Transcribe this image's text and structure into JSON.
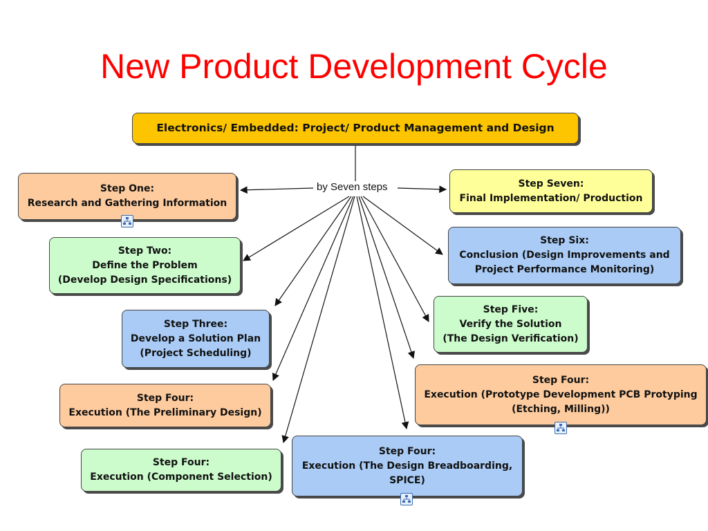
{
  "title": "New Product Development Cycle",
  "root": {
    "label": "Electronics/ Embedded: Project/ Product Management and Design"
  },
  "link_label": "by Seven steps",
  "steps": [
    {
      "id": "step-one",
      "lines": [
        "Step One:",
        "Research and Gathering Information"
      ],
      "has_map_icon": true
    },
    {
      "id": "step-two",
      "lines": [
        "Step Two:",
        "Define the Problem",
        "(Develop Design Specifications)"
      ]
    },
    {
      "id": "step-three",
      "lines": [
        "Step Three:",
        "Develop a Solution Plan",
        "(Project Scheduling)"
      ]
    },
    {
      "id": "step-four-preliminary",
      "lines": [
        "Step Four:",
        "Execution (The Preliminary Design)"
      ]
    },
    {
      "id": "step-four-component",
      "lines": [
        "Step Four:",
        "Execution (Component Selection)"
      ]
    },
    {
      "id": "step-four-breadboarding",
      "lines": [
        "Step Four:",
        "Execution (The Design Breadboarding,",
        "SPICE)"
      ],
      "has_map_icon": true
    },
    {
      "id": "step-four-prototype",
      "lines": [
        "Step Four:",
        "Execution (Prototype Development PCB Protyping",
        "(Etching, Milling))"
      ],
      "has_map_icon": true
    },
    {
      "id": "step-five",
      "lines": [
        "Step Five:",
        "Verify the Solution",
        "(The Design Verification)"
      ]
    },
    {
      "id": "step-six",
      "lines": [
        "Step Six:",
        "Conclusion (Design Improvements and",
        "Project Performance Monitoring)"
      ]
    },
    {
      "id": "step-seven",
      "lines": [
        "Step Seven:",
        "Final Implementation/ Production"
      ]
    }
  ],
  "colors": {
    "title": "#ff0000",
    "root_fill": "#fcc500",
    "orange_fill": "#fdcb9e",
    "green_fill": "#ccfccc",
    "blue_fill": "#a9cbf5",
    "yellow_fill": "#ffff99"
  }
}
